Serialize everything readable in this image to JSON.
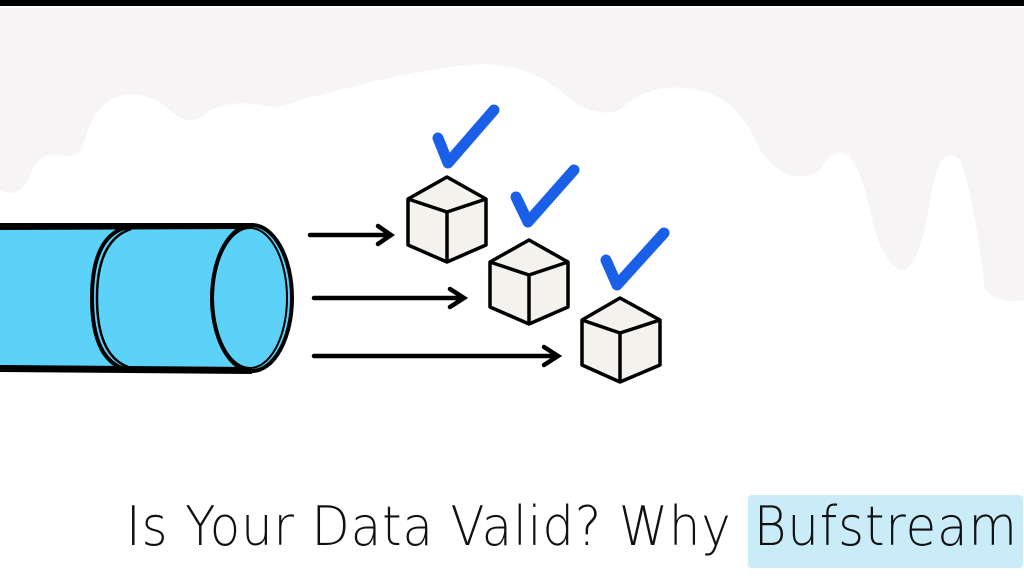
{
  "title": {
    "prefix": "Is Your Data Valid? Why ",
    "highlight": "Bufstream"
  },
  "colors": {
    "cylinder_fill": "#5dd2f8",
    "checkmark": "#1a5fe8",
    "cube_fill": "#f4f2ec",
    "highlight": "#c9ecf8",
    "cloud": "#f6f4f4"
  },
  "illustration": {
    "items": [
      {
        "label": "cube-1",
        "validated": true
      },
      {
        "label": "cube-2",
        "validated": true
      },
      {
        "label": "cube-3",
        "validated": true
      }
    ]
  }
}
